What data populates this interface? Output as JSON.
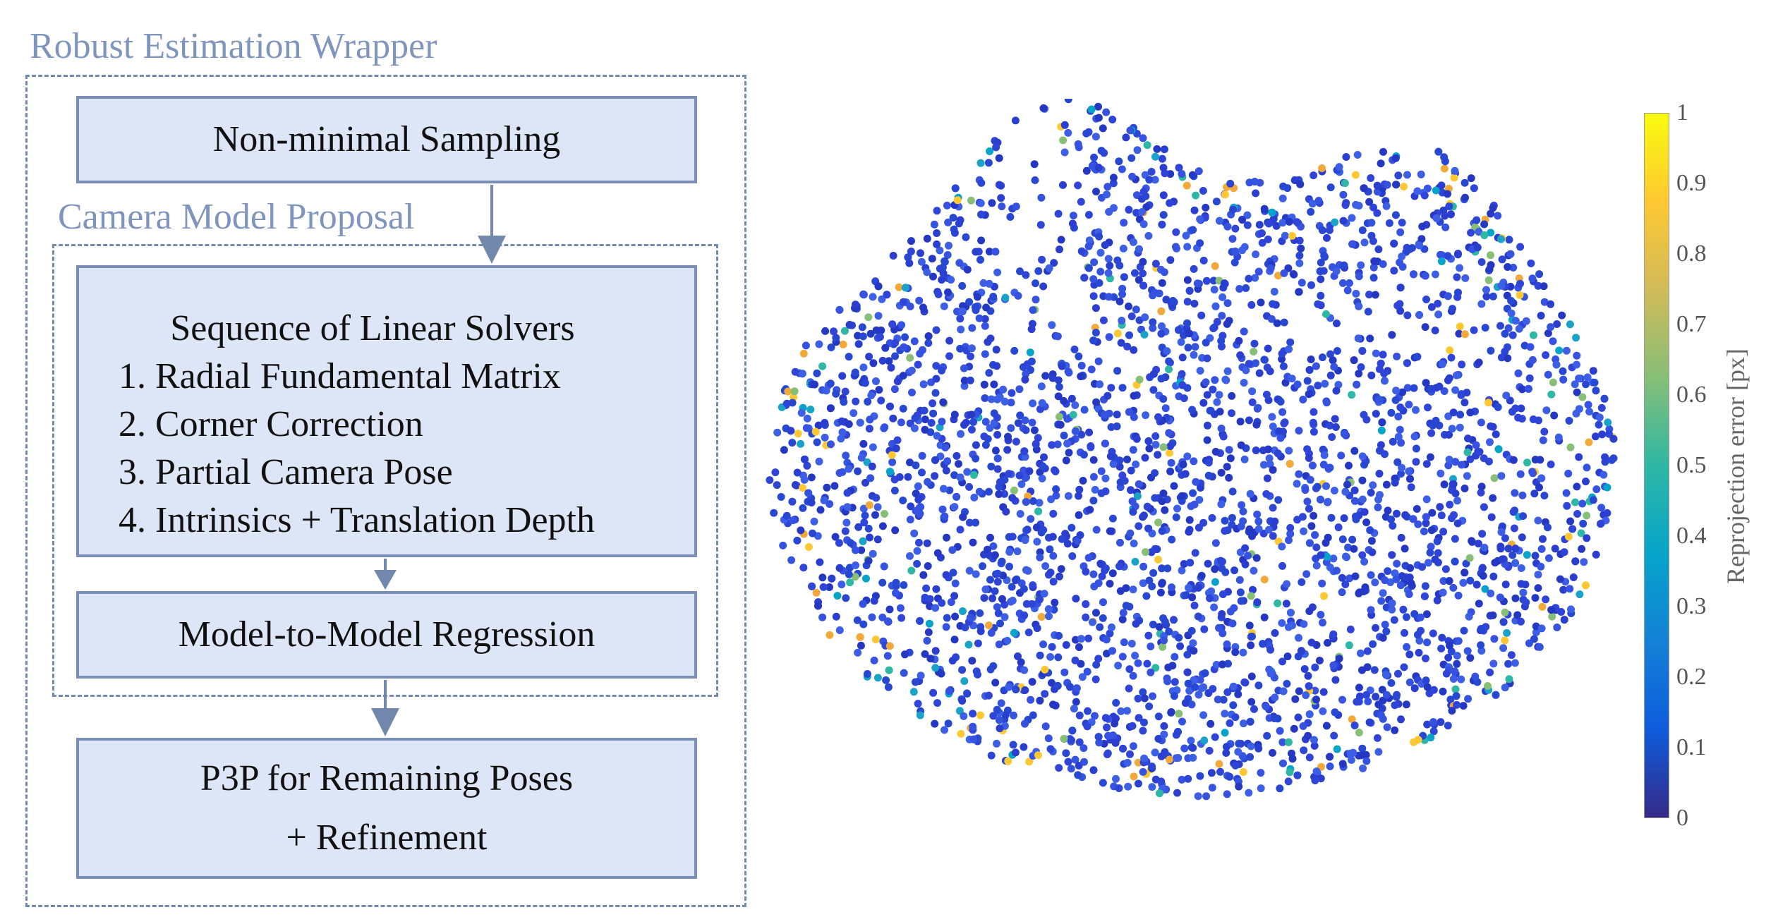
{
  "diagram": {
    "wrapper_label": "Robust Estimation Wrapper",
    "proposal_label": "Camera Model Proposal",
    "box_sampling": "Non-minimal Sampling",
    "box_solvers": {
      "title": "Sequence of Linear Solvers",
      "steps": [
        "1. Radial Fundamental Matrix",
        "2. Corner Correction",
        "3. Partial Camera Pose",
        "4. Intrinsics + Translation Depth"
      ]
    },
    "box_regression": "Model-to-Model Regression",
    "box_p3p": {
      "line1": "P3P for Remaining Poses",
      "line2": "+ Refinement"
    }
  },
  "colorbar": {
    "label": "Reprojection error [px]",
    "ticks": [
      "1",
      "0.9",
      "0.8",
      "0.7",
      "0.6",
      "0.5",
      "0.4",
      "0.3",
      "0.2",
      "0.1",
      "0"
    ],
    "range": [
      0,
      1
    ],
    "colormap": "parula",
    "stops": [
      "#352a87",
      "#0f5cdd",
      "#1481d6",
      "#06a4ca",
      "#2eb7a4",
      "#87bf77",
      "#d1bb59",
      "#fec832",
      "#f9fb0e"
    ]
  },
  "scatter": {
    "dominant_color": "#2f45d8",
    "description_shape": "point-cloud"
  }
}
